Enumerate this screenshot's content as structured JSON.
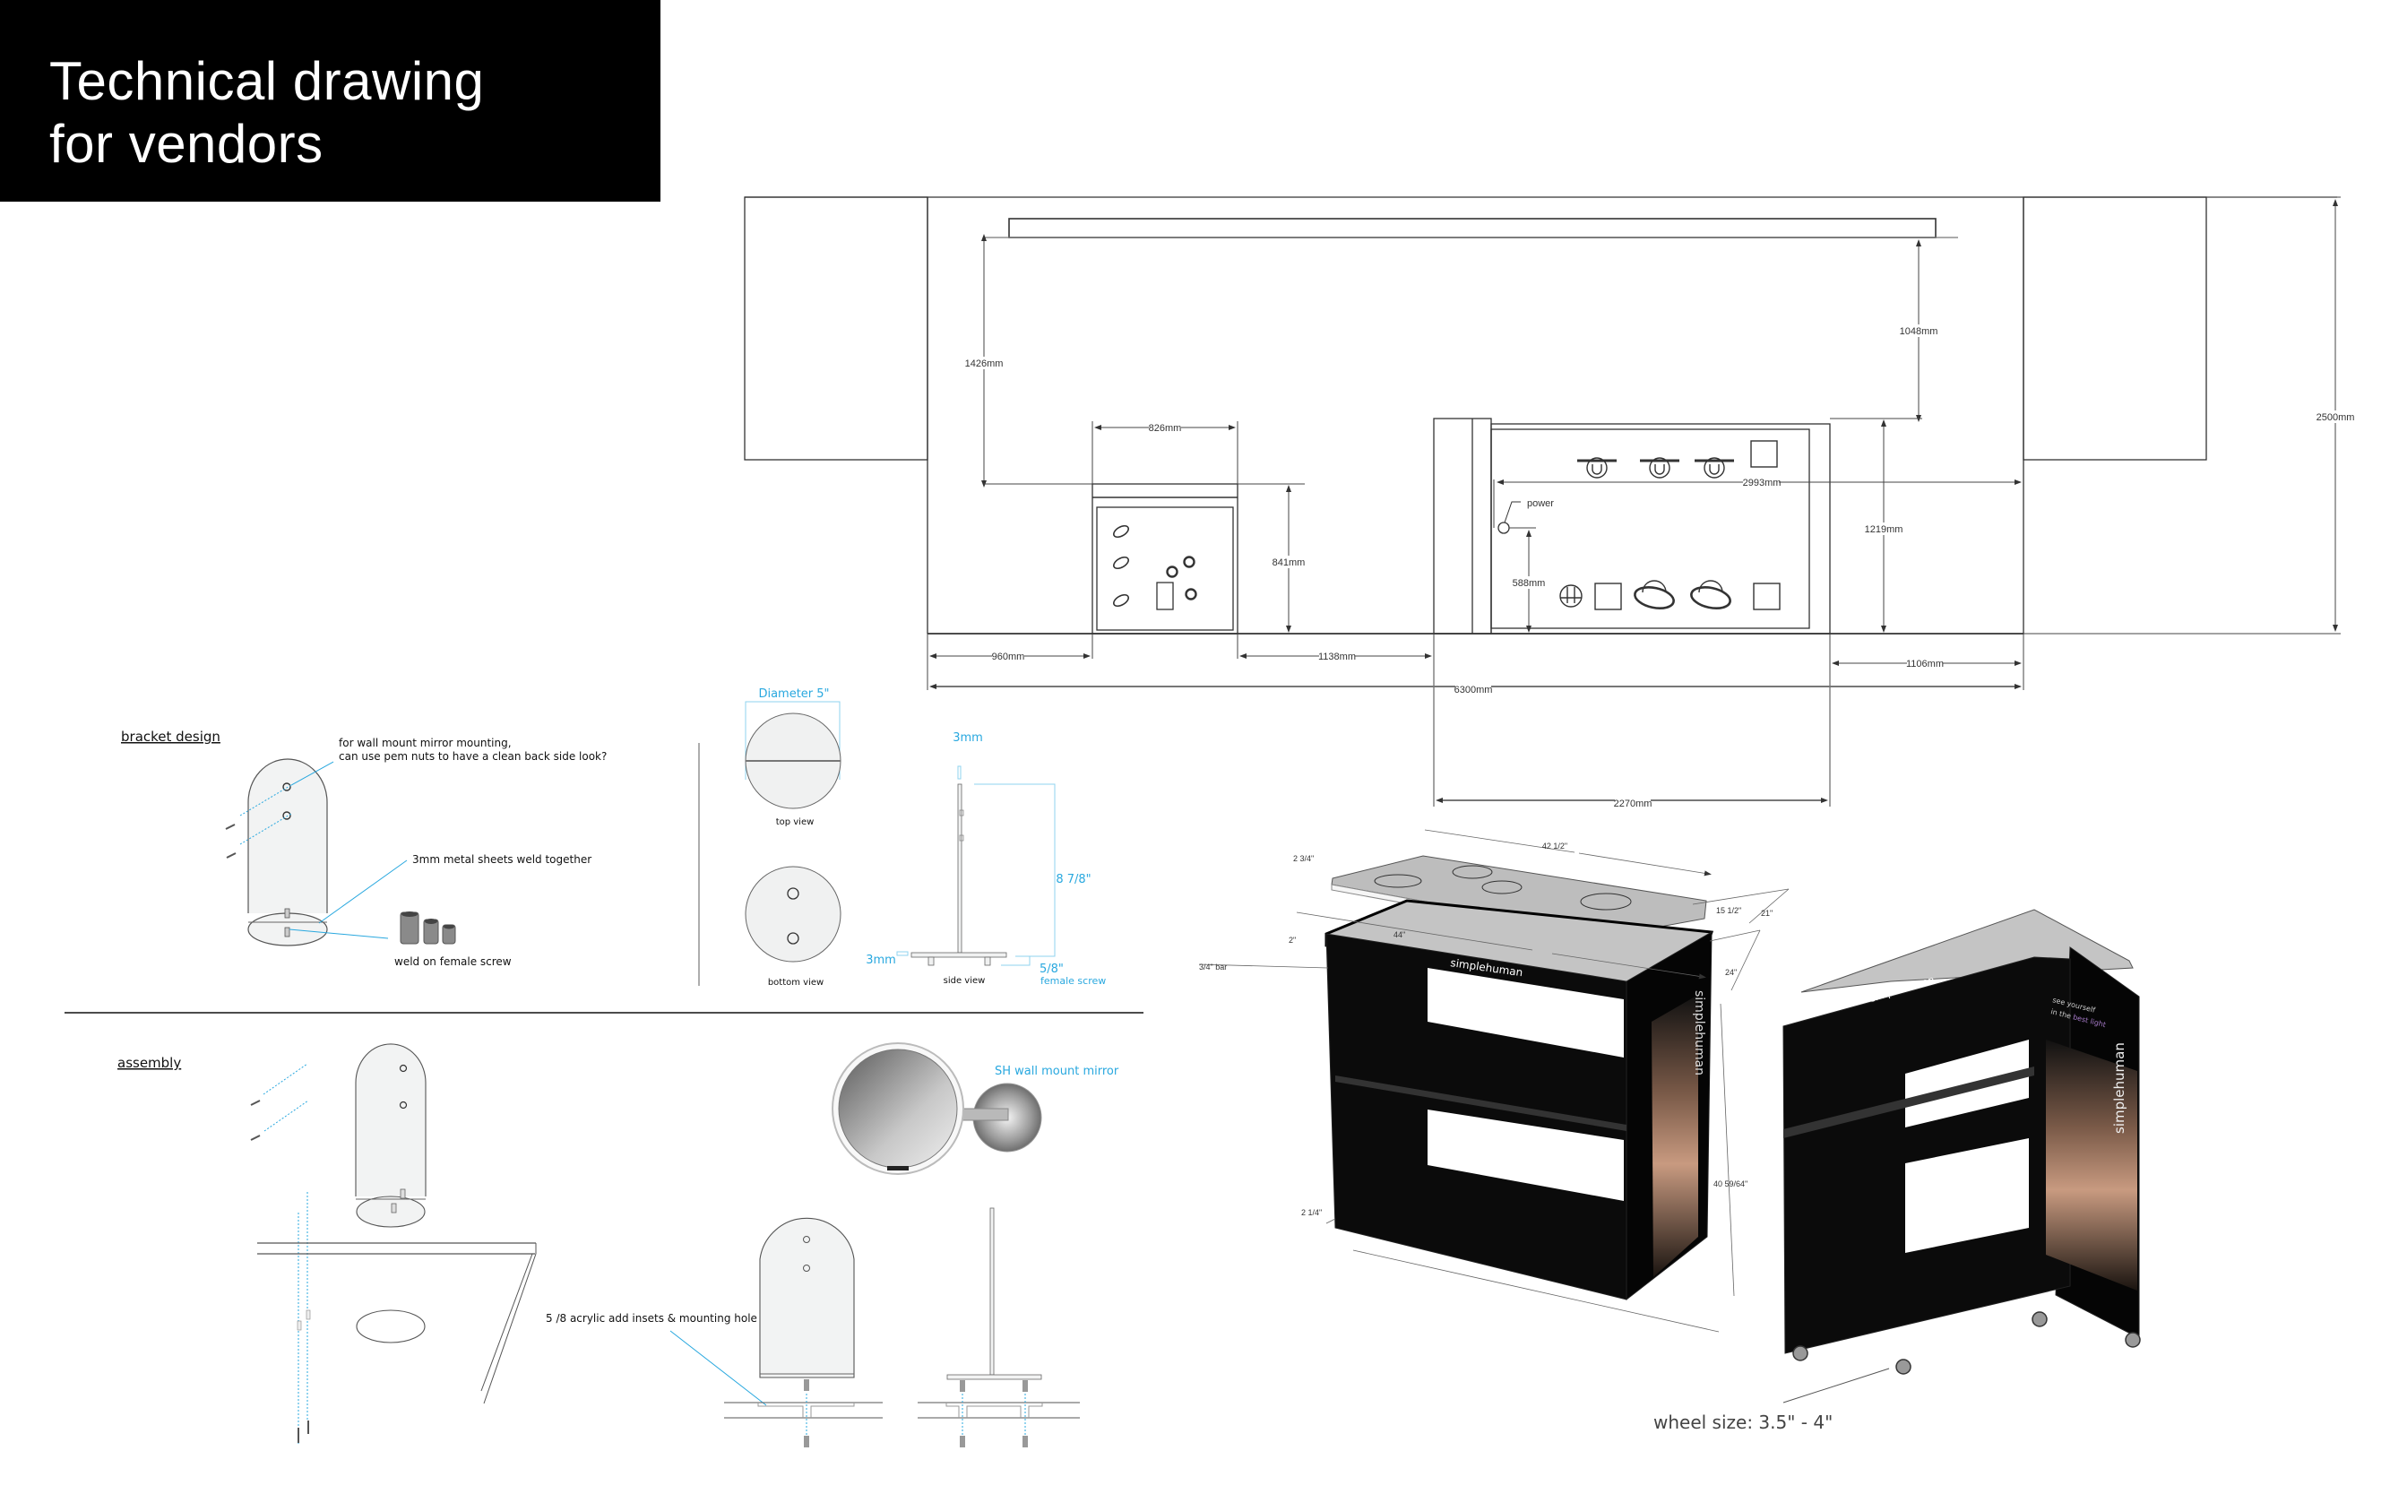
{
  "title": {
    "text": "Technical drawing\nfor vendors"
  },
  "colors": {
    "title_bg": "#000000",
    "accent_blue": "#29a8df",
    "line": "#333333",
    "panel_fill": "#f0f1f1",
    "cabinet": "#0a0a0a"
  },
  "elevation": {
    "dimensions": {
      "upper_left_height": "1426mm",
      "left_cabinet_width": "826mm",
      "left_cabinet_height": "841mm",
      "right_upper_height": "1048mm",
      "right_cabinet_height": "1219mm",
      "total_height": "2500mm",
      "inner_span": "2993mm",
      "power_height": "588mm",
      "left_offset": "960mm",
      "gap_between": "1138mm",
      "right_offset": "1106mm",
      "total_width": "6300mm",
      "right_cabinet_width": "2270mm"
    },
    "power_label": "power"
  },
  "bracket_design": {
    "heading": "bracket design",
    "note_mounting_line1": "for wall mount mirror mounting,",
    "note_mounting_line2": "can use pem nuts to have a clean back side look?",
    "note_weld": "3mm metal sheets weld together",
    "note_female_screw": "weld on female screw"
  },
  "views": {
    "diameter_label": "Diameter 5\"",
    "top_view": "top view",
    "bottom_view": "bottom view",
    "side_view": "side view",
    "thickness_top": "3mm",
    "thickness_base": "3mm",
    "height_label": "8 7/8\"",
    "screw_length": "5/8\"",
    "screw_label": "female screw"
  },
  "assembly": {
    "heading": "assembly",
    "mirror_label": "SH wall mount mirror",
    "acrylic_note": "5 /8 acrylic add insets & mounting hole"
  },
  "cabinet_3d": {
    "top_width": "42 1/2\"",
    "top_thickness": "2 3/4\"",
    "top_depth_inner": "15 1/2\"",
    "top_depth_outer": "21\"",
    "body_width": "44\"",
    "band_height": "2\"",
    "bar_label": "3/4\" bar",
    "body_depth": "24\"",
    "body_height": "40 59/64\"",
    "base_height": "2 1/4\"",
    "brand": "simplehuman",
    "tagline_line1": "see yourself",
    "tagline_line2_a": "in the ",
    "tagline_line2_b": "best light",
    "wheel_note": "wheel size: 3.5\" - 4\""
  }
}
